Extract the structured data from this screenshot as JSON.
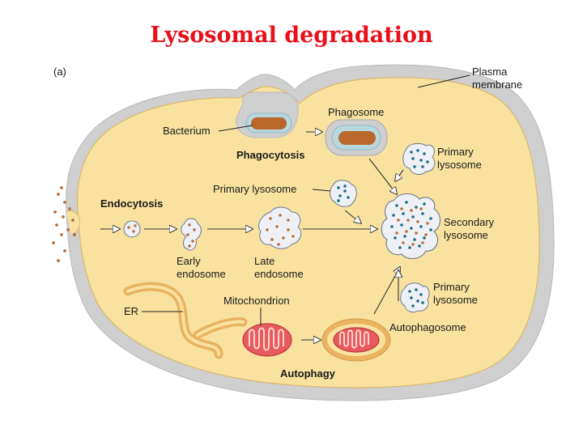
{
  "title": "Lysosomal degradation",
  "panel_label": "(a)",
  "labels": {
    "plasma_membrane_line1": "Plasma",
    "plasma_membrane_line2": "membrane",
    "bacterium": "Bacterium",
    "phagosome": "Phagosome",
    "phagocytosis": "Phagocytosis",
    "primary_lysosome_top_line1": "Primary",
    "primary_lysosome_top_line2": "lysosome",
    "primary_lysosome_mid": "Primary lysosome",
    "endocytosis": "Endocytosis",
    "early_endosome_line1": "Early",
    "early_endosome_line2": "endosome",
    "late_endosome_line1": "Late",
    "late_endosome_line2": "endosome",
    "secondary_lysosome_line1": "Secondary",
    "secondary_lysosome_line2": "lysosome",
    "primary_lysosome_bottom_line1": "Primary",
    "primary_lysosome_bottom_line2": "lysosome",
    "er": "ER",
    "mitochondrion": "Mitochondrion",
    "autophagosome": "Autophagosome",
    "autophagy": "Autophagy"
  },
  "colors": {
    "cytoplasm": "#f9e2a0",
    "membrane_gray": "#cfcfd0",
    "membrane_orange": "#e9b35f",
    "bacterium": "#b9672a",
    "vesicle_fill": "#eef0f6",
    "phagosome_ring": "#b8d8de",
    "mito": "#e85a5e",
    "dot_brown": "#b5703a",
    "dot_teal": "#1c6f82",
    "title": "#e8101a"
  }
}
